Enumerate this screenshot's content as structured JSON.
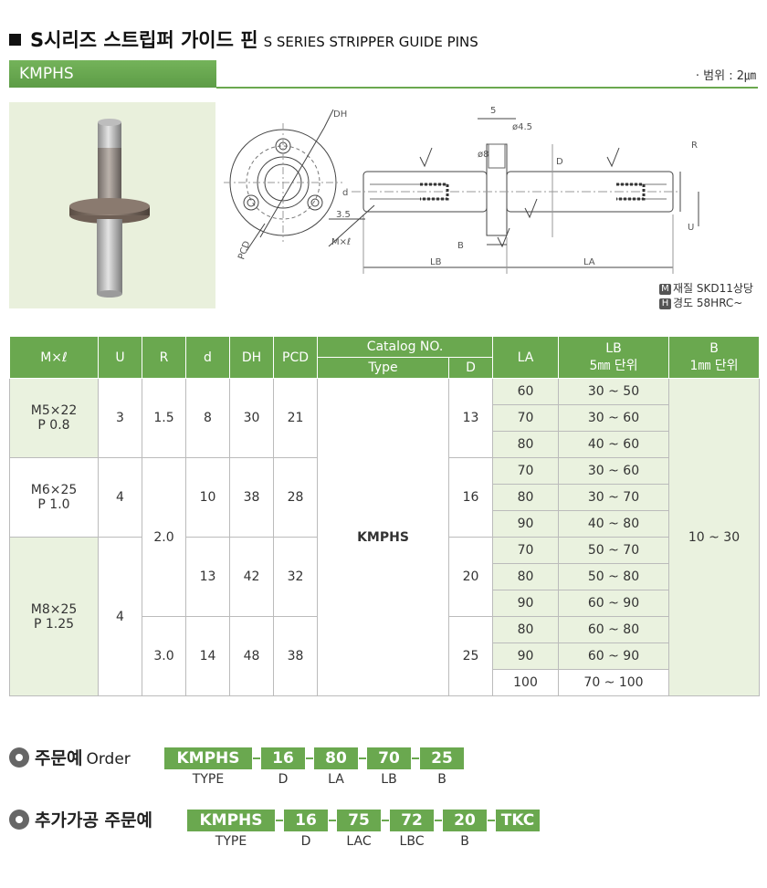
{
  "title": {
    "kr": "S시리즈 스트립퍼 가이드 핀",
    "en": "S SERIES STRIPPER GUIDE PINS"
  },
  "section": {
    "name": "KMPHS",
    "range": "· 범위 : 2㎛"
  },
  "drawing": {
    "labels": [
      "DH",
      "5",
      "ø4.5",
      "ø8",
      "D",
      "R",
      "d",
      "3.5",
      "PCD",
      "M×ℓ",
      "B",
      "LB",
      "LA",
      "U"
    ],
    "material": {
      "m_tag": "M",
      "m_text": "재질 SKD11상당",
      "h_tag": "H",
      "h_text": "경도 58HRC~"
    }
  },
  "table": {
    "headers": {
      "mxl": "M×ℓ",
      "u": "U",
      "r": "R",
      "d": "d",
      "dh": "DH",
      "pcd": "PCD",
      "catalog": "Catalog NO.",
      "type": "Type",
      "D": "D",
      "la": "LA",
      "lb": "LB",
      "lb_unit": "5㎜ 단위",
      "b": "B",
      "b_unit": "1㎜ 단위"
    },
    "groups": [
      {
        "mxl1": "M5×22",
        "mxl2": "P 0.8",
        "u": "3",
        "r": "1.5",
        "d": "8",
        "dh": "30",
        "pcd": "21",
        "D": "13"
      },
      {
        "mxl1": "M6×25",
        "mxl2": "P 1.0",
        "u": "4",
        "r": "2.0",
        "d": "10",
        "dh": "38",
        "pcd": "28",
        "D": "16"
      },
      {
        "mxl1": "M8×25",
        "mxl2": "P 1.25",
        "u": "4",
        "d": "13",
        "dh": "42",
        "pcd": "32",
        "D": "20"
      },
      {
        "r": "3.0",
        "d": "14",
        "dh": "48",
        "pcd": "38",
        "D": "25"
      }
    ],
    "type": "KMPHS",
    "b_range": "10 ~ 30",
    "rows": [
      {
        "la": "60",
        "lb": "30 ~ 50"
      },
      {
        "la": "70",
        "lb": "30 ~ 60"
      },
      {
        "la": "80",
        "lb": "40 ~ 60"
      },
      {
        "la": "70",
        "lb": "30 ~ 60"
      },
      {
        "la": "80",
        "lb": "30 ~ 70"
      },
      {
        "la": "90",
        "lb": "40 ~ 80"
      },
      {
        "la": "70",
        "lb": "50 ~ 70"
      },
      {
        "la": "80",
        "lb": "50 ~ 80"
      },
      {
        "la": "90",
        "lb": "60 ~ 90"
      },
      {
        "la": "80",
        "lb": "60 ~ 80"
      },
      {
        "la": "90",
        "lb": "60 ~ 90"
      },
      {
        "la": "100",
        "lb": "70 ~ 100"
      }
    ]
  },
  "order": {
    "label": "주문예",
    "label_en": "Order",
    "boxes": [
      "KMPHS",
      "16",
      "80",
      "70",
      "25"
    ],
    "captions": [
      "TYPE",
      "D",
      "LA",
      "LB",
      "B"
    ]
  },
  "order2": {
    "label": "추가가공 주문예",
    "boxes": [
      "KMPHS",
      "16",
      "75",
      "72",
      "20",
      "TKC"
    ],
    "captions": [
      "TYPE",
      "D",
      "LAC",
      "LBC",
      "B"
    ]
  }
}
